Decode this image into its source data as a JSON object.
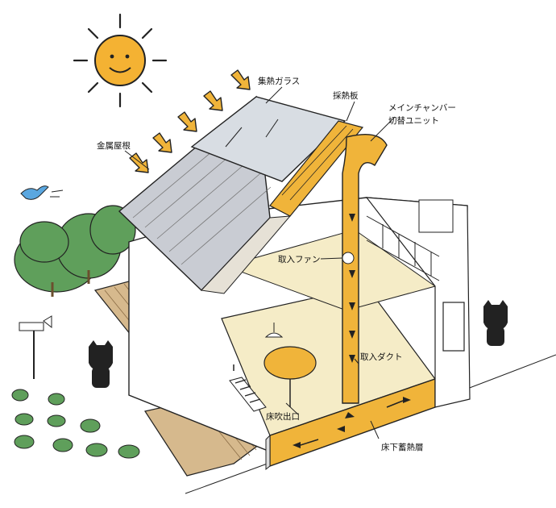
{
  "labels": {
    "glass": "集熱ガラス",
    "absorber": "採熱板",
    "chamber_line1": "メインチャンバー",
    "chamber_line2": "切替ユニット",
    "roof": "金属屋根",
    "intake_fan": "取入ファン",
    "intake_duct": "取入ダクト",
    "floor_outlet": "床吹出口",
    "underfloor": "床下蓄熱層"
  },
  "colors": {
    "sun": "#f4b233",
    "arrow": "#f0b43a",
    "duct": "#f0b43a",
    "roof": "#c9ccd3",
    "glass": "#d8dde3",
    "floor": "#f5ecc7",
    "deck": "#d6b98d",
    "tree": "#5f9f5b",
    "bird": "#5aa7e0",
    "cat": "#222222"
  },
  "icons": [
    "sun-icon",
    "bird-icon",
    "cat-icon",
    "windvane-icon",
    "tree-icon",
    "plant-icon"
  ]
}
